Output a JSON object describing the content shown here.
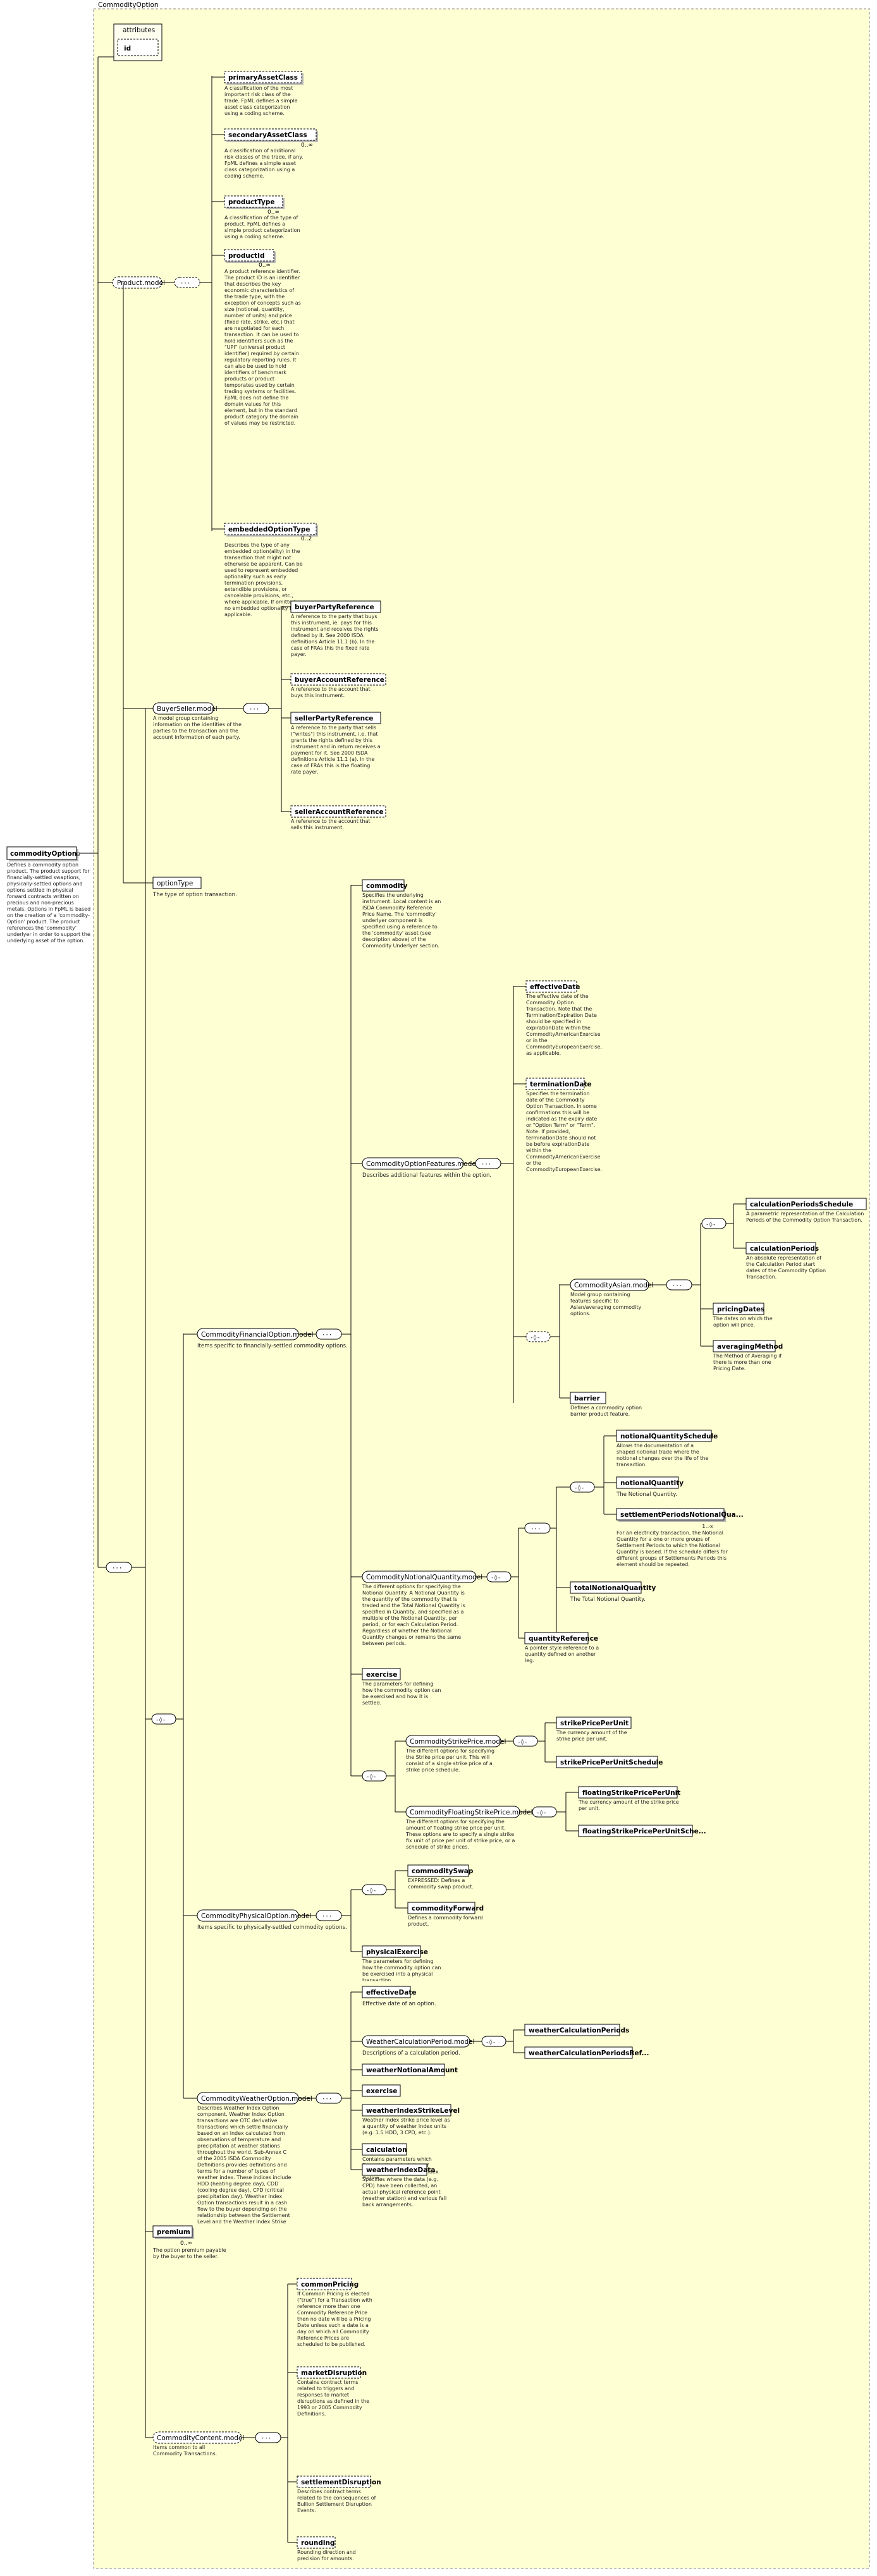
{
  "diagram": {
    "group_title": "CommodityOption",
    "attributes_label": "attributes",
    "attribute_id": "id",
    "root": {
      "label": "commodityOption",
      "doc": "Defines a commodity option product. The product support for financially-settled swaptions, physically-settled options and options settled in physical forward contracts written on precious and non-precious metals. Options in FpML is based on the creation of a 'commodity-Option' product. The product references the 'commodity' underlyer in order to support the underlying asset of the option."
    },
    "groups": {
      "product_model": {
        "label": "Product.model",
        "items": [
          {
            "label": "primaryAssetClass",
            "card": "",
            "doc": "A classification of the most important risk class of the trade. FpML defines a simple asset class categorization using a coding scheme."
          },
          {
            "label": "secondaryAssetClass",
            "card": "0..∞",
            "doc": "A classification of additional risk classes of the trade, if any. FpML defines a simple asset class categorization using a coding scheme."
          },
          {
            "label": "productType",
            "card": "0..∞",
            "doc": "A classification of the type of product. FpML defines a simple product categorization using a coding scheme."
          },
          {
            "label": "productId",
            "card": "0..∞",
            "doc": "A product reference identifier. The product ID is an identifier that describes the key economic characteristics of the trade type, with the exception of concepts such as size (notional, quantity, number of units) and price (fixed rate, strike, etc.) that are negotiated for each transaction. It can be used to hold identifiers such as the \"UPI\" (universal product identifier) required by certain regulatory reporting rules. It can also be used to hold identifiers of benchmark products or product temporates used by certain trading systems or facilities. FpML does not define the domain values for this element, but in the standard product category the domain of values may be restricted."
          },
          {
            "label": "embeddedOptionType",
            "card": "0..2",
            "doc": "Describes the type of any embedded option(ality) in the transaction that might not otherwise be apparent. Can be used to represent embedded optionality such as early termination provisions, extendible provisions, or cancelable provisions, etc., where applicable. If omitted, no embedded optionality is applicable."
          }
        ]
      },
      "buyer_seller_model": {
        "label": "BuyerSeller.model",
        "doc": "A model group containing information on the identities of the parties to the transaction and the account information of each party.",
        "items": [
          {
            "label": "buyerPartyReference",
            "doc": "A reference to the party that buys this instrument, ie. pays for this instrument and receives the rights defined by it. See 2000 ISDA definitions Article 11.1 (b). In the case of FRAs this the fixed rate payer."
          },
          {
            "label": "buyerAccountReference",
            "doc": "A reference to the account that buys this instrument."
          },
          {
            "label": "sellerPartyReference",
            "doc": "A reference to the party that sells (\"writes\") this instrument, i.e. that grants the rights defined by this instrument and in return receives a payment for it. See 2000 ISDA definitions Article 11.1 (a). In the case of FRAs this is the floating rate payer."
          },
          {
            "label": "sellerAccountReference",
            "doc": "A reference to the account that sells this instrument."
          }
        ]
      },
      "option_type": {
        "label": "optionType",
        "doc": "The type of option transaction."
      },
      "financial_option": {
        "label": "CommodityFinancialOption.model",
        "doc": "Items specific to financially-settled commodity options.",
        "commodity": {
          "label": "commodity",
          "doc": "Specifies the underlying instrument. Local content is an ISDA Commodity Reference Price Name. The 'commodity' underlyer component is specified using a reference to the 'commodity' asset (see description above) of the Commodity Underlyer section."
        },
        "features": {
          "label": "CommodityOptionFeatures.model",
          "doc": "Describes additional features within the option.",
          "effective_date": {
            "label": "effectiveDate",
            "doc": "The effective date of the Commodity Option Transaction. Note that the Termination/Expiration Date should be specified in expirationDate within the CommodityAmericanExercise or in the CommodityEuropeanExercise, as applicable."
          },
          "termination_date": {
            "label": "terminationDate",
            "doc": "Specifies the termination date of the Commodity Option Transaction. In some confirmations this will be indicated as the expiry date or \"Option Term\" or \"Term\". Note: If provided, terminationDate should not be before expirationDate within the CommodityAmericanExercise or the CommodityEuropeanExercise."
          },
          "asian": {
            "label": "CommodityAsian.model",
            "doc": "Model group containing features specific to Asian/averaging commodity options.",
            "calc_schedule": {
              "label": "calculationPeriodsSchedule",
              "doc": "A parametric representation of the Calculation Periods of the Commodity Option Transaction."
            },
            "calc_periods": {
              "label": "calculationPeriods",
              "doc": "An absolute representation of the Calculation Period start dates of the Commodity Option Transaction."
            },
            "pricing_dates": {
              "label": "pricingDates",
              "doc": "The dates on which the option will price."
            },
            "averaging_method": {
              "label": "averagingMethod",
              "doc": "The Method of Averaging if there is more than one Pricing Date."
            }
          },
          "barrier": {
            "label": "barrier",
            "doc": "Defines a commodity option barrier product feature."
          }
        },
        "notional_quantity_model": {
          "label": "CommodityNotionalQuantity.model",
          "doc": "The different options for specifying the Notional Quantity. A Notional Quantity is the quantity of the commodity that is traded and the Total Notional Quantity is specified in Quantity, and specified as a multiple of the Notional Quantity, per period, or for each Calculation Period. Regardless of whether the Notional Quantity changes or remains the same between periods.",
          "schedule": {
            "label": "notionalQuantitySchedule",
            "doc": "Allows the documentation of a shaped notional trade where the notional changes over the life of the transaction."
          },
          "notional_quantity": {
            "label": "notionalQuantity",
            "doc": "The Notional Quantity."
          },
          "settlement_periods": {
            "label": "settlementPeriodsNotionalQua...",
            "card": "1..∞",
            "doc": "For an electricity transaction, the Notional Quantity for a one or more groups of Settlement Periods to which the Notional Quantity is based. If the schedule differs for different groups of Settlements Periods this element should be repeated."
          },
          "total_notional": {
            "label": "totalNotionalQuantity",
            "doc": "The Total Notional Quantity."
          },
          "quantity_reference": {
            "label": "quantityReference",
            "doc": "A pointer style reference to a quantity defined on another leg."
          }
        },
        "exercise": {
          "label": "exercise",
          "doc": "The parameters for defining how the commodity option can be exercised and how it is settled."
        },
        "strike_price_model": {
          "label": "CommodityStrikePrice.model",
          "doc": "The different options for specifying the Strike price per unit. This will consist of a single strike price of a strike price schedule.",
          "strike_price_per_unit": {
            "label": "strikePricePerUnit",
            "doc": "The currency amount of the strike price per unit."
          },
          "strike_price_schedule": {
            "label": "strikePricePerUnitSchedule"
          }
        },
        "floating_strike_model": {
          "label": "CommodityFloatingStrikePrice.model",
          "doc": "The different options for specifying the amount of floating strike price per unit. These options are to specify a single strike fix unit of price per unit of strike price, or a schedule of strike prices.",
          "floating_per_unit": {
            "label": "floatingStrikePricePerUnit",
            "doc": "The currency amount of the strike price per unit."
          },
          "floating_schedule": {
            "label": "floatingStrikePricePerUnitSche..."
          }
        }
      },
      "physical_option": {
        "label": "CommodityPhysicalOption.model",
        "doc": "Items specific to physically-settled commodity options.",
        "swap": {
          "label": "commoditySwap",
          "doc": "EXPRESSED: Defines a commodity swap product."
        },
        "forward": {
          "label": "commodityForward",
          "doc": "Defines a commodity forward product."
        },
        "physical_exercise": {
          "label": "physicalExercise",
          "doc": "The parameters for defining how the commodity option can be exercised into a physical transaction."
        }
      },
      "weather_option": {
        "label": "CommodityWeatherOption.model",
        "doc": "Describes Weather Index Option component. Weather Index Option transactions are OTC derivative transactions which settle financially based on an index calculated from observations of temperature and precipitation at weather stations throughout the world. Sub-Annex C of the 2005 ISDA Commodity Definitions provides definitions and terms for a number of types of weather index. These indices include HDD (heating degree day), CDD (cooling degree day), CPD (critical precipitation day). Weather Index Option transactions result in a cash flow to the buyer depending on the relationship between the Settlement Level and the Weather Index Strike Level.",
        "effective_date": {
          "label": "effectiveDate",
          "doc": "Effective date of an option."
        },
        "calc_period_model": {
          "label": "WeatherCalculationPeriod.model",
          "doc": "Descriptions of a calculation period.",
          "periods": {
            "label": "weatherCalculationPeriods"
          },
          "periods_ref": {
            "label": "weatherCalculationPeriodsRef..."
          }
        },
        "notional_amount": {
          "label": "weatherNotionalAmount"
        },
        "exercise": {
          "label": "exercise"
        },
        "strike_level": {
          "label": "weatherIndexStrikeLevel",
          "doc": "Weather Index strike price level as a quantity of weather index units (e.g. 1.5 HDD, 3 CPD, etc.)."
        },
        "calculation": {
          "label": "calculation",
          "doc": "Contains parameters which figure in the calculation of payments on a Weather Index Option."
        },
        "index_data": {
          "label": "weatherIndexData",
          "doc": "Specifies where the data (e.g. CPD) have been collected, an actual physical reference point (weather station) and various fall back arrangements."
        }
      },
      "premium": {
        "label": "premium",
        "card": "0..∞",
        "doc": "The option premium payable by the buyer to the seller."
      },
      "content_model": {
        "label": "CommodityContent.model",
        "doc": "Items common to all Commodity Transactions.",
        "common_pricing": {
          "label": "commonPricing",
          "doc": "If Common Pricing is elected (\"true\") for a Transaction with reference more than one Commodity Reference Price then no date will be a Pricing Date unless such a date is a day on which all Commodity Reference Prices are scheduled to be published."
        },
        "market_disruption": {
          "label": "marketDisruption",
          "doc": "Contains contract terms related to triggers and responses to market disruptions as defined in the 1993 or 2005 Commodity Definitions."
        },
        "settlement_disruption": {
          "label": "settlementDisruption",
          "doc": "Describes contract terms related to the consequences of Bullion Settlement Disruption Events."
        },
        "rounding": {
          "label": "rounding",
          "doc": "Rounding direction and precision for amounts."
        }
      }
    }
  }
}
